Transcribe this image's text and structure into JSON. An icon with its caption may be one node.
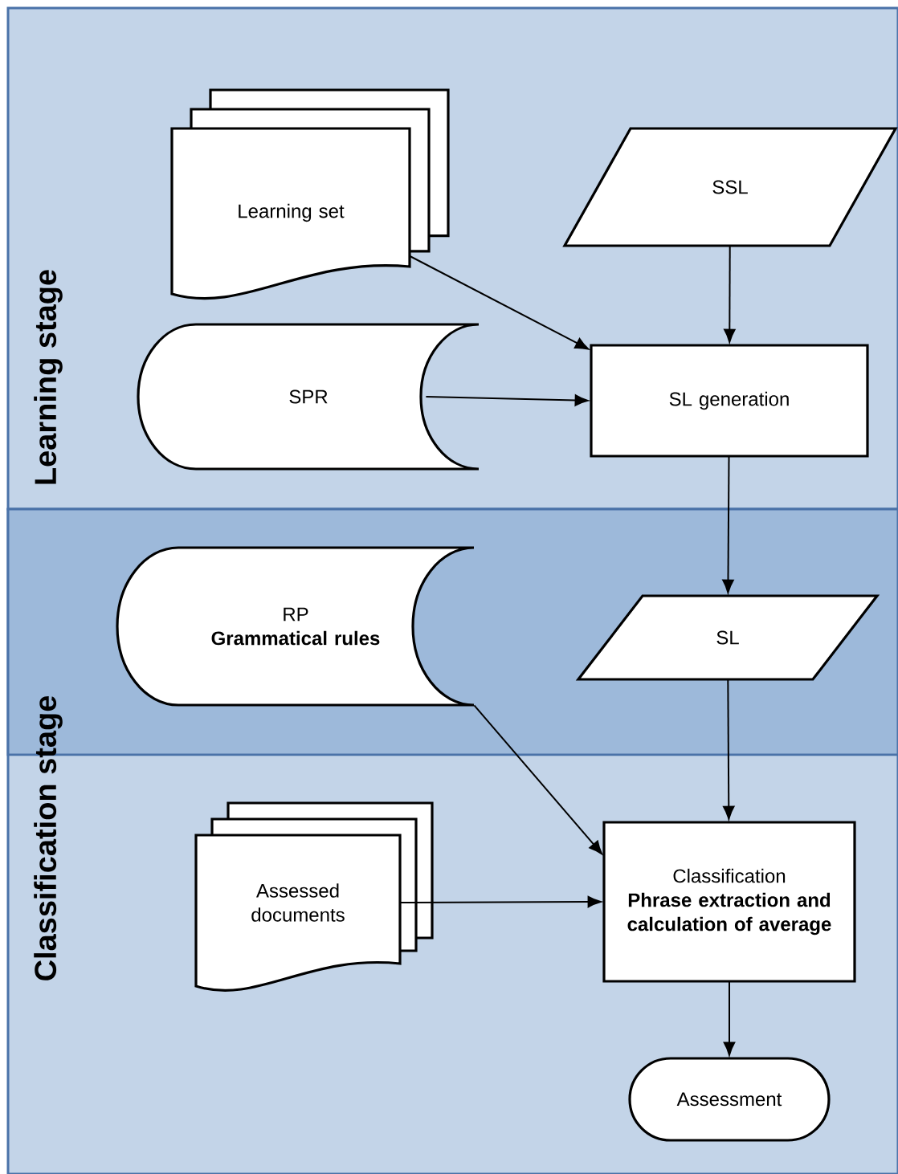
{
  "diagram": {
    "nodes": [
      {
        "text": [
          "Learning stage"
        ]
      },
      {
        "text": [
          "Classification stage"
        ]
      },
      {
        "text": [
          "Learning set"
        ],
        "in": 0
      },
      {
        "text": [
          "SSL"
        ],
        "in": 0
      },
      {
        "text": [
          "SPR"
        ],
        "in": 0
      },
      {
        "text": [
          "SL generation"
        ],
        "in": 0
      },
      {
        "text": [
          "RP",
          "Grammatical rules"
        ],
        "in": 1
      },
      {
        "text": [
          "SL"
        ],
        "in": 1
      },
      {
        "text": [
          "Assessed documents"
        ],
        "in": 1
      },
      {
        "text": [
          "Classification",
          "Phrase extraction and calculation of average"
        ],
        "in": 1
      },
      {
        "text": [
          "Assessment"
        ],
        "in": 1
      }
    ],
    "edges": [
      {
        "from": 2,
        "to": 5,
        "arrow": "to"
      },
      {
        "from": 3,
        "to": 5,
        "arrow": "to"
      },
      {
        "from": 4,
        "to": 5,
        "arrow": "to"
      },
      {
        "from": 5,
        "to": 7,
        "arrow": "to"
      },
      {
        "from": 6,
        "to": 9,
        "arrow": "to"
      },
      {
        "from": 7,
        "to": 9,
        "arrow": "to"
      },
      {
        "from": 8,
        "to": 9,
        "arrow": "to"
      },
      {
        "from": 9,
        "to": 10,
        "arrow": "to"
      }
    ]
  }
}
